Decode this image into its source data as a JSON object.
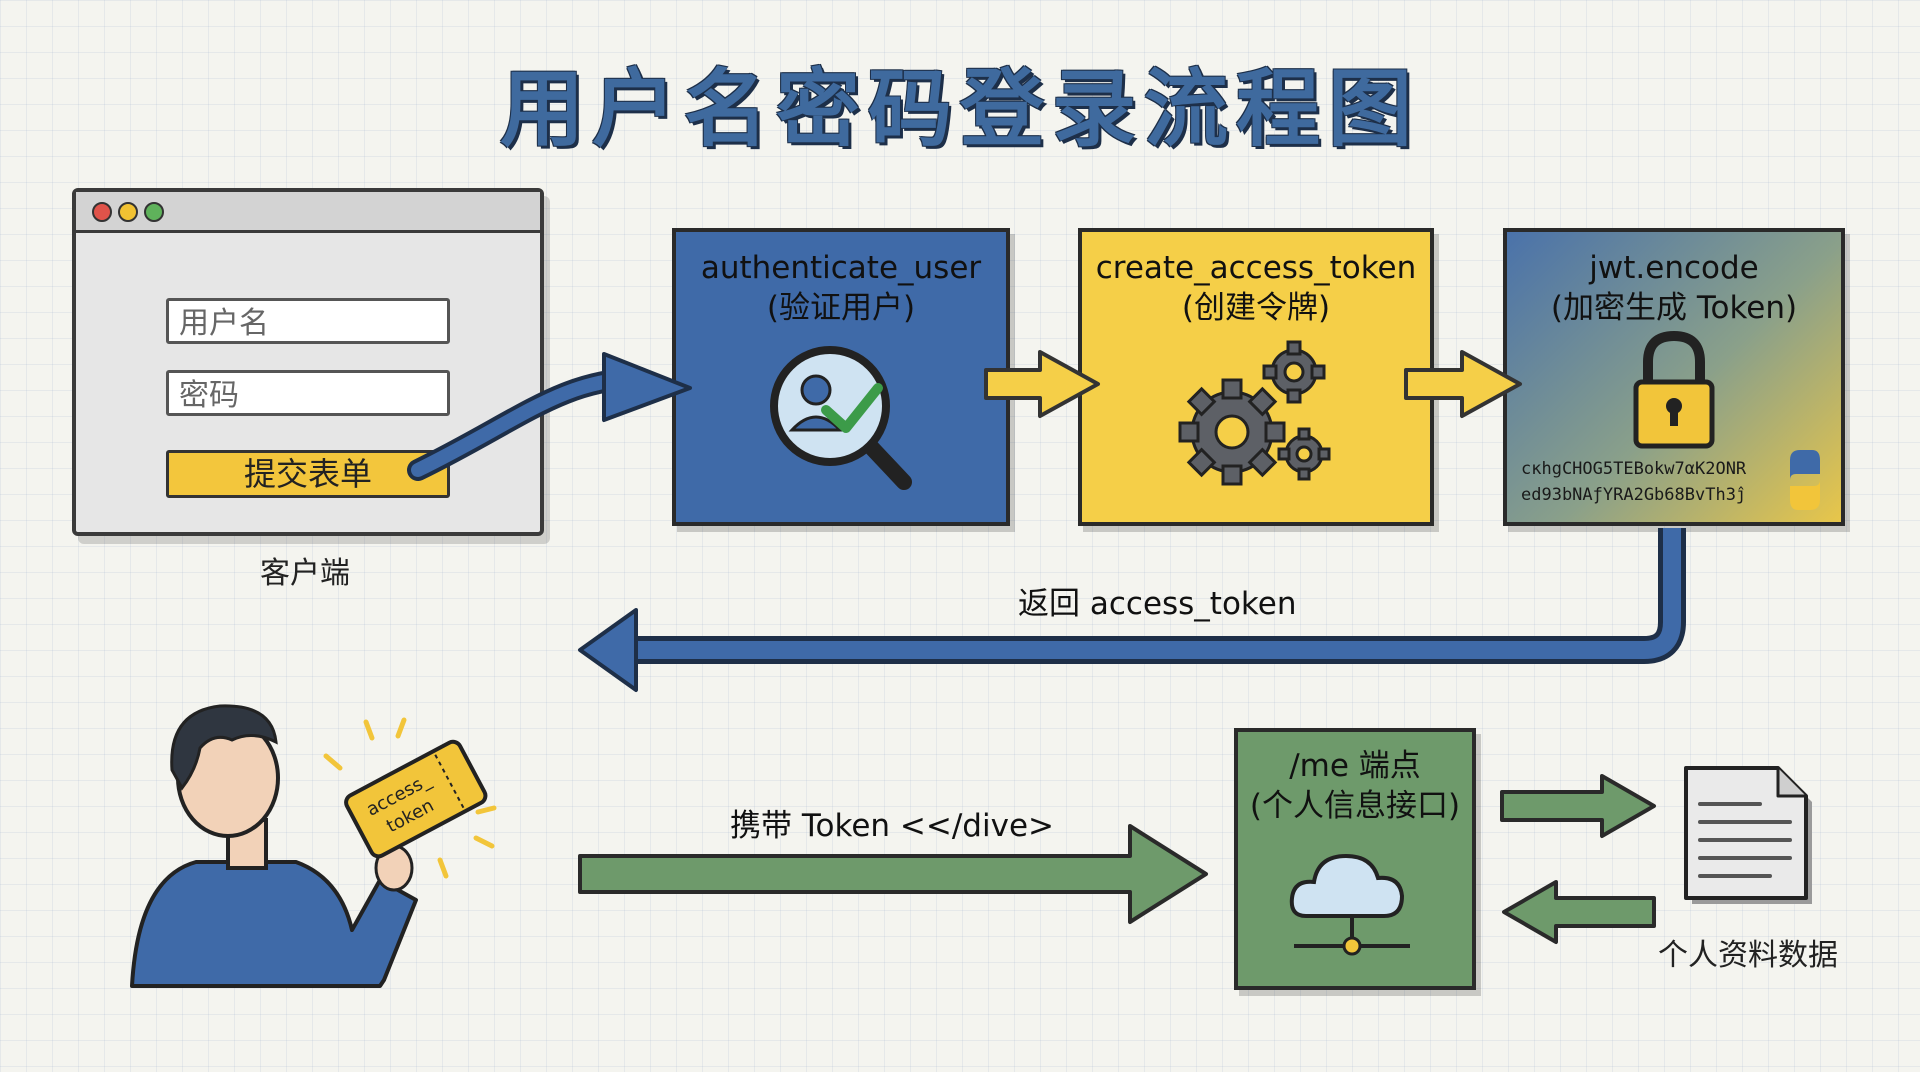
{
  "title": "用户名密码登录流程图",
  "client": {
    "username_placeholder": "用户名",
    "password_placeholder": "密码",
    "submit_label": "提交表单",
    "caption": "客户端"
  },
  "steps": [
    {
      "title": "authenticate_user",
      "subtitle": "(验证用户)",
      "icon": "magnifier-user-check-icon",
      "color": "#3f6aa8"
    },
    {
      "title": "create_access_token",
      "subtitle": "(创建令牌)",
      "icon": "gears-icon",
      "color": "#f5cf48"
    },
    {
      "title": "jwt.encode",
      "subtitle": "(加密生成 Token)",
      "icon": "padlock-icon",
      "color": "#6f8fa8",
      "token_lines": [
        "cĸhgCHOG5TEBokw7αK2ONR",
        "ed93bNAƒYRA2Gb68BvTh3ĵ"
      ]
    }
  ],
  "return_label": "返回 access_token",
  "carry_label": "携带 Token <</dive>",
  "ticket_text": [
    "access_",
    "token"
  ],
  "endpoint": {
    "title": "/me 端点",
    "subtitle": "(个人信息接口)",
    "icon": "cloud-icon",
    "color": "#6e9a6b"
  },
  "data_caption": "个人资料数据",
  "colors": {
    "blue": "#3f6aa8",
    "yellow": "#f5cf48",
    "green": "#6e9a6b",
    "title": "#3f6a9e"
  }
}
